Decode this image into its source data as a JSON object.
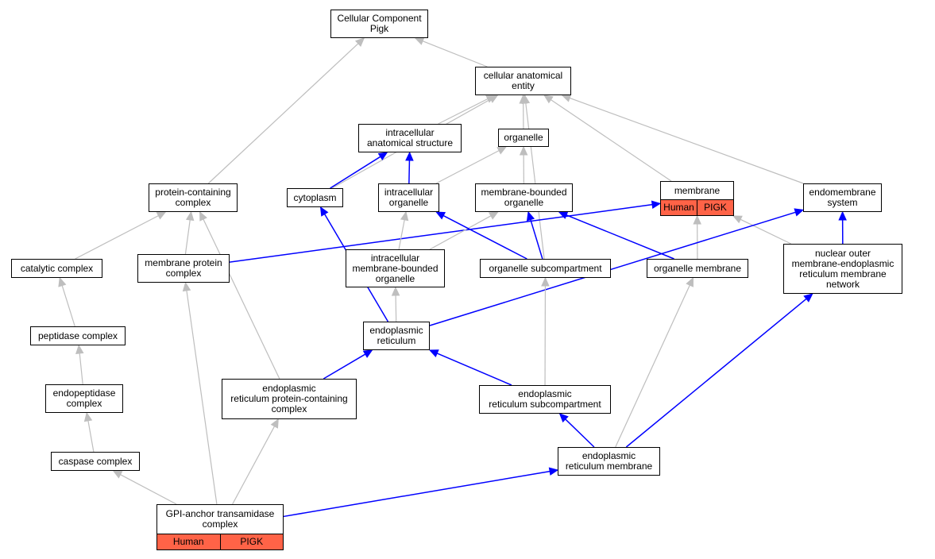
{
  "nodes": {
    "cc": {
      "label": "Cellular Component\nPigk"
    },
    "cae": {
      "label": "cellular anatomical\nentity"
    },
    "ias": {
      "label": "intracellular\nanatomical structure"
    },
    "org": {
      "label": "organelle"
    },
    "pcc": {
      "label": "protein-containing\ncomplex"
    },
    "cyt": {
      "label": "cytoplasm"
    },
    "io": {
      "label": "intracellular\norganelle"
    },
    "mbo": {
      "label": "membrane-bounded\norganelle"
    },
    "mem": {
      "label": "membrane",
      "tags": [
        "Human",
        "PIGK"
      ]
    },
    "ems": {
      "label": "endomembrane\nsystem"
    },
    "cat": {
      "label": "catalytic complex"
    },
    "mpc": {
      "label": "membrane protein\ncomplex"
    },
    "imbo": {
      "label": "intracellular\nmembrane-bounded\norganelle"
    },
    "osc": {
      "label": "organelle subcompartment"
    },
    "om": {
      "label": "organelle membrane"
    },
    "nom": {
      "label": "nuclear outer\nmembrane-endoplasmic\nreticulum membrane\nnetwork"
    },
    "pep": {
      "label": "peptidase complex"
    },
    "er": {
      "label": "endoplasmic\nreticulum"
    },
    "endo": {
      "label": "endopeptidase\ncomplex"
    },
    "erpc": {
      "label": "endoplasmic\nreticulum protein-containing\ncomplex"
    },
    "ersc": {
      "label": "endoplasmic\nreticulum subcompartment"
    },
    "cas": {
      "label": "caspase complex"
    },
    "erm": {
      "label": "endoplasmic\nreticulum membrane"
    },
    "gpi": {
      "label": "GPI-anchor transamidase\ncomplex",
      "tags": [
        "Human",
        "PIGK"
      ]
    }
  },
  "colors": {
    "is_a_edge": "#bebebe",
    "part_of_edge": "#0000ff",
    "annotation_fill": "#ff6347"
  },
  "edges": [
    {
      "from": "cae",
      "to": "cc",
      "type": "is_a"
    },
    {
      "from": "pcc",
      "to": "cc",
      "type": "is_a"
    },
    {
      "from": "ias",
      "to": "cae",
      "type": "is_a"
    },
    {
      "from": "org",
      "to": "cae",
      "type": "is_a"
    },
    {
      "from": "cyt",
      "to": "cae",
      "type": "is_a"
    },
    {
      "from": "osc",
      "to": "cae",
      "type": "is_a"
    },
    {
      "from": "mem",
      "to": "cae",
      "type": "is_a"
    },
    {
      "from": "ems",
      "to": "cae",
      "type": "is_a"
    },
    {
      "from": "cyt",
      "to": "ias",
      "type": "part_of"
    },
    {
      "from": "io",
      "to": "ias",
      "type": "part_of"
    },
    {
      "from": "io",
      "to": "org",
      "type": "is_a"
    },
    {
      "from": "mbo",
      "to": "org",
      "type": "is_a"
    },
    {
      "from": "cat",
      "to": "pcc",
      "type": "is_a"
    },
    {
      "from": "mpc",
      "to": "pcc",
      "type": "is_a"
    },
    {
      "from": "erpc",
      "to": "pcc",
      "type": "is_a"
    },
    {
      "from": "mpc",
      "to": "mem",
      "type": "part_of"
    },
    {
      "from": "imbo",
      "to": "io",
      "type": "is_a"
    },
    {
      "from": "imbo",
      "to": "mbo",
      "type": "is_a"
    },
    {
      "from": "osc",
      "to": "io",
      "type": "part_of"
    },
    {
      "from": "osc",
      "to": "mbo",
      "type": "part_of"
    },
    {
      "from": "om",
      "to": "mbo",
      "type": "part_of"
    },
    {
      "from": "om",
      "to": "mem",
      "type": "is_a"
    },
    {
      "from": "nom",
      "to": "mem",
      "type": "is_a"
    },
    {
      "from": "nom",
      "to": "ems",
      "type": "part_of"
    },
    {
      "from": "er",
      "to": "ems",
      "type": "part_of"
    },
    {
      "from": "pep",
      "to": "cat",
      "type": "is_a"
    },
    {
      "from": "er",
      "to": "imbo",
      "type": "is_a"
    },
    {
      "from": "er",
      "to": "cyt",
      "type": "part_of"
    },
    {
      "from": "endo",
      "to": "pep",
      "type": "is_a"
    },
    {
      "from": "erpc",
      "to": "er",
      "type": "part_of"
    },
    {
      "from": "ersc",
      "to": "er",
      "type": "part_of"
    },
    {
      "from": "ersc",
      "to": "osc",
      "type": "is_a"
    },
    {
      "from": "cas",
      "to": "endo",
      "type": "is_a"
    },
    {
      "from": "erm",
      "to": "ersc",
      "type": "part_of"
    },
    {
      "from": "erm",
      "to": "om",
      "type": "is_a"
    },
    {
      "from": "erm",
      "to": "nom",
      "type": "part_of"
    },
    {
      "from": "gpi",
      "to": "cas",
      "type": "is_a"
    },
    {
      "from": "gpi",
      "to": "mpc",
      "type": "is_a"
    },
    {
      "from": "gpi",
      "to": "erpc",
      "type": "is_a"
    },
    {
      "from": "gpi",
      "to": "erm",
      "type": "part_of"
    }
  ]
}
